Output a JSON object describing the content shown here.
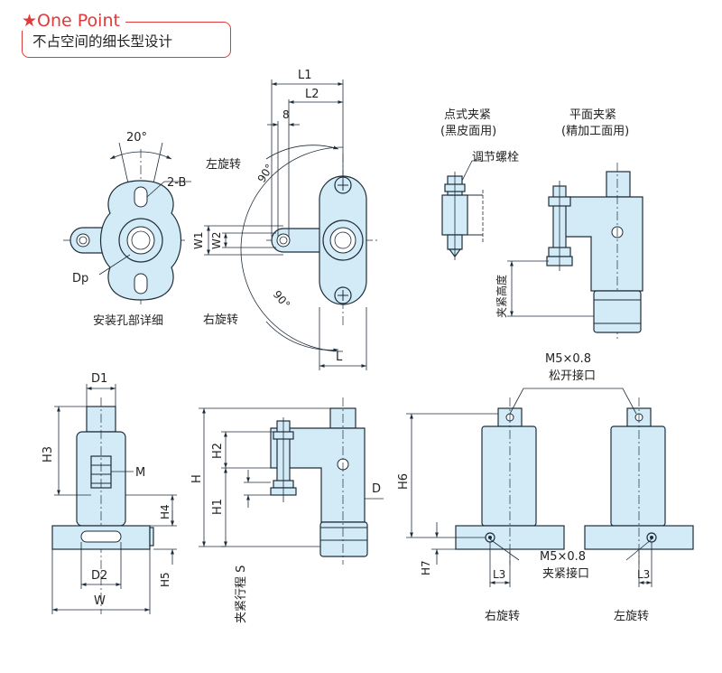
{
  "one_point": {
    "star": "★",
    "title": "One Point",
    "subtitle": "不占空间的细长型设计"
  },
  "top_left": {
    "angle": "20°",
    "hole_label": "2-B",
    "dp": "Dp",
    "caption": "安装孔部详细"
  },
  "top_mid": {
    "l1": "L1",
    "l2": "L2",
    "eight": "8",
    "left_rot": "左旋转",
    "right_rot": "右旋转",
    "angle_top": "90°",
    "angle_bottom": "90°",
    "w1": "W1",
    "w2": "W2",
    "l": "L"
  },
  "top_right": {
    "point_clamp": "点式夹紧",
    "point_clamp_sub": "(黑皮面用)",
    "flat_clamp": "平面夹紧",
    "flat_clamp_sub": "(精加工面用)",
    "adjust_bolt": "调节螺栓",
    "clamp_height": "夹紧高度"
  },
  "bottom_left": {
    "d1": "D1",
    "h3": "H3",
    "m": "M",
    "h4": "H4",
    "d2": "D2",
    "h5": "H5",
    "w": "W"
  },
  "bottom_mid": {
    "h": "H",
    "h2": "H2",
    "h1": "H1",
    "d": "D",
    "stroke": "夹紧行程 S"
  },
  "bottom_right": {
    "release_port_size": "M5×0.8",
    "release_port": "松开接口",
    "h6": "H6",
    "h7": "H7",
    "clamp_port_size": "M5×0.8",
    "clamp_port": "夹紧接口",
    "l3_left": "L3",
    "l3_right": "L3",
    "right_rot": "右旋转",
    "left_rot": "左旋转"
  }
}
